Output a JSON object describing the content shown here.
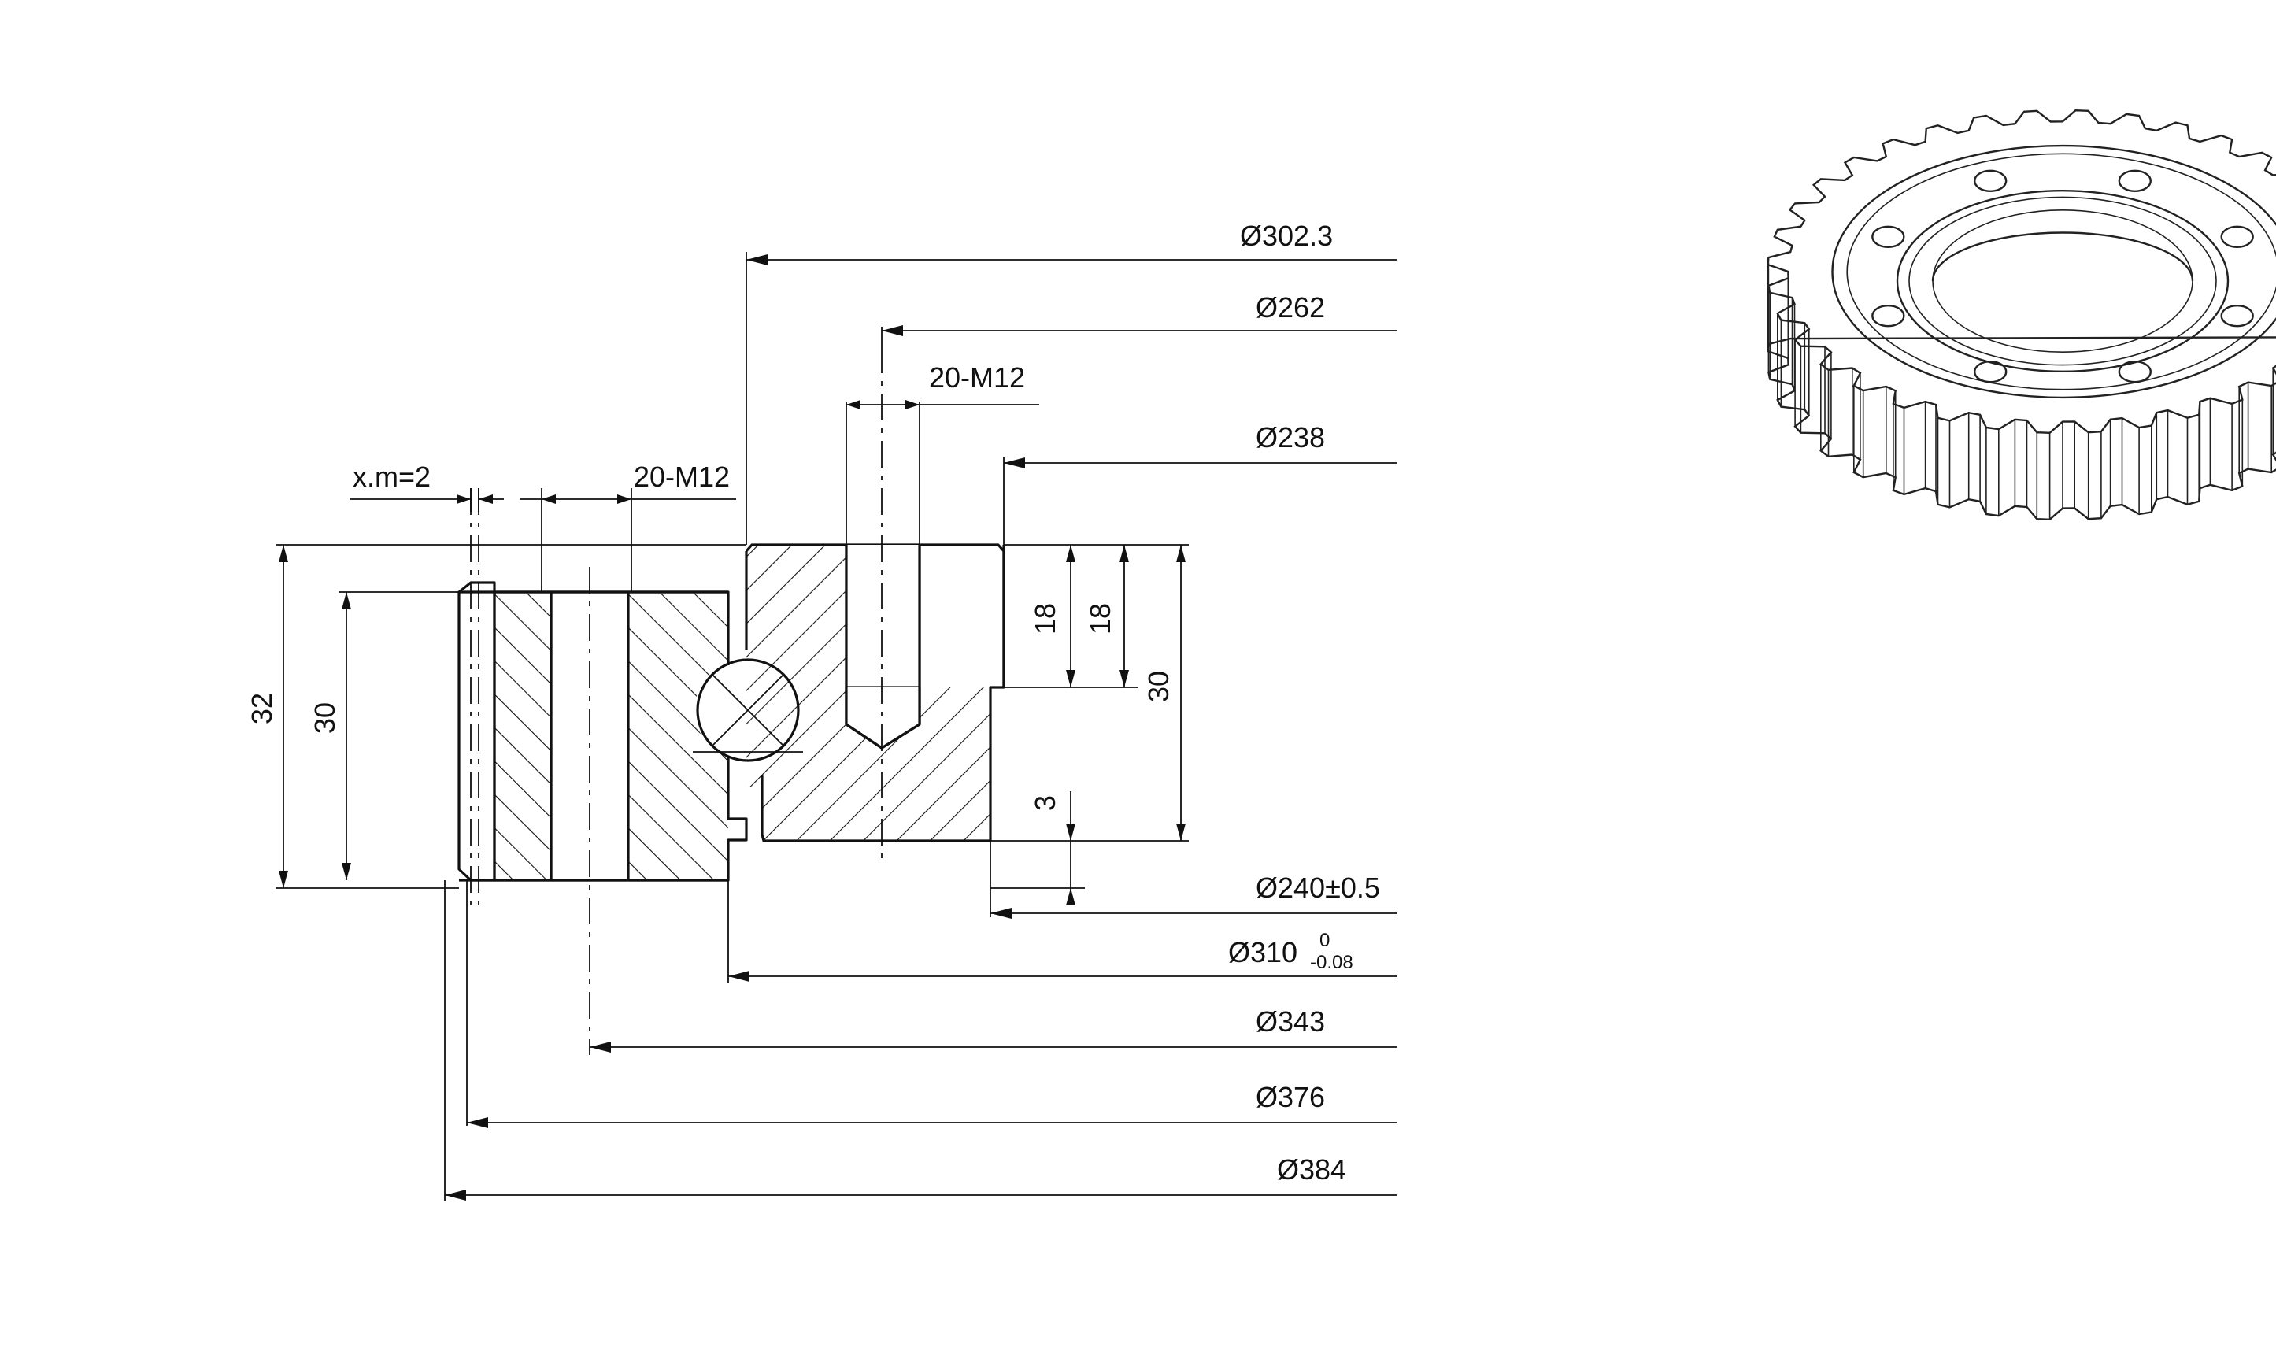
{
  "drawing": {
    "dimensions_right": {
      "d302": "Ø302.3",
      "d262": "Ø262",
      "d238": "Ø238",
      "d240": "Ø240±0.5",
      "d310": "Ø310",
      "d310_tol_upper": "0",
      "d310_tol_lower": "-0.08",
      "d343": "Ø343",
      "d376": "Ø376",
      "d384": "Ø384"
    },
    "top_labels": {
      "gear_profile_shift": "x.m=2",
      "outer_ring_holes": "20-M12",
      "inner_ring_holes": "20-M12"
    },
    "heights": {
      "total_height": "32",
      "outer_ring_height": "30",
      "inner_ring_height": "30",
      "inner_thread_depth_a": "18",
      "inner_thread_depth_b": "18",
      "step_height": "3"
    }
  }
}
